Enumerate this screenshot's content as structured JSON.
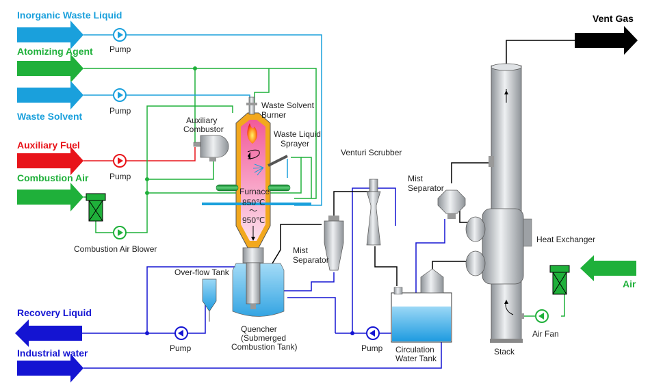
{
  "colors": {
    "cyan": "#1aa0dc",
    "green": "#1fb03a",
    "red": "#e8141a",
    "blue": "#1414d2",
    "black": "#000000",
    "furnace_outer": "#f2a81e",
    "furnace_inner": "#f06aa0",
    "water": "#2aa6e6",
    "steel": "#c4c8cc"
  },
  "streams": {
    "inorganic_waste_liquid": "Inorganic Waste Liquid",
    "atomizing_agent": "Atomizing Agent",
    "waste_solvent": "Waste Solvent",
    "auxiliary_fuel": "Auxiliary Fuel",
    "combustion_air": "Combustion Air",
    "recovery_liquid": "Recovery Liquid",
    "industrial_water": "Industrial water",
    "vent_gas": "Vent Gas",
    "air": "Air"
  },
  "labels": {
    "pump": "Pump",
    "combustion_air_blower": "Combustion Air Blower",
    "auxiliary_combustor_1": "Auxiliary",
    "auxiliary_combustor_2": "Combustor",
    "waste_solvent_burner_1": "Waste Solvent",
    "waste_solvent_burner_2": "Burner",
    "waste_liquid_sprayer_1": "Waste Liquid",
    "waste_liquid_sprayer_2": "Sprayer",
    "furnace": "Furnace",
    "temp_high": "850℃",
    "temp_tilde": "〜",
    "temp_low": "950℃",
    "venturi_scrubber": "Venturi Scrubber",
    "mist_separator_1": "Mist",
    "mist_separator_2": "Separator",
    "overflow_tank": "Over-flow Tank",
    "quencher_1": "Quencher",
    "quencher_2": "(Submerged",
    "quencher_3": "Combustion Tank)",
    "circulation_1": "Circulation",
    "circulation_2": "Water Tank",
    "heat_exchanger": "Heat Exchanger",
    "stack": "Stack",
    "air_fan": "Air Fan"
  }
}
